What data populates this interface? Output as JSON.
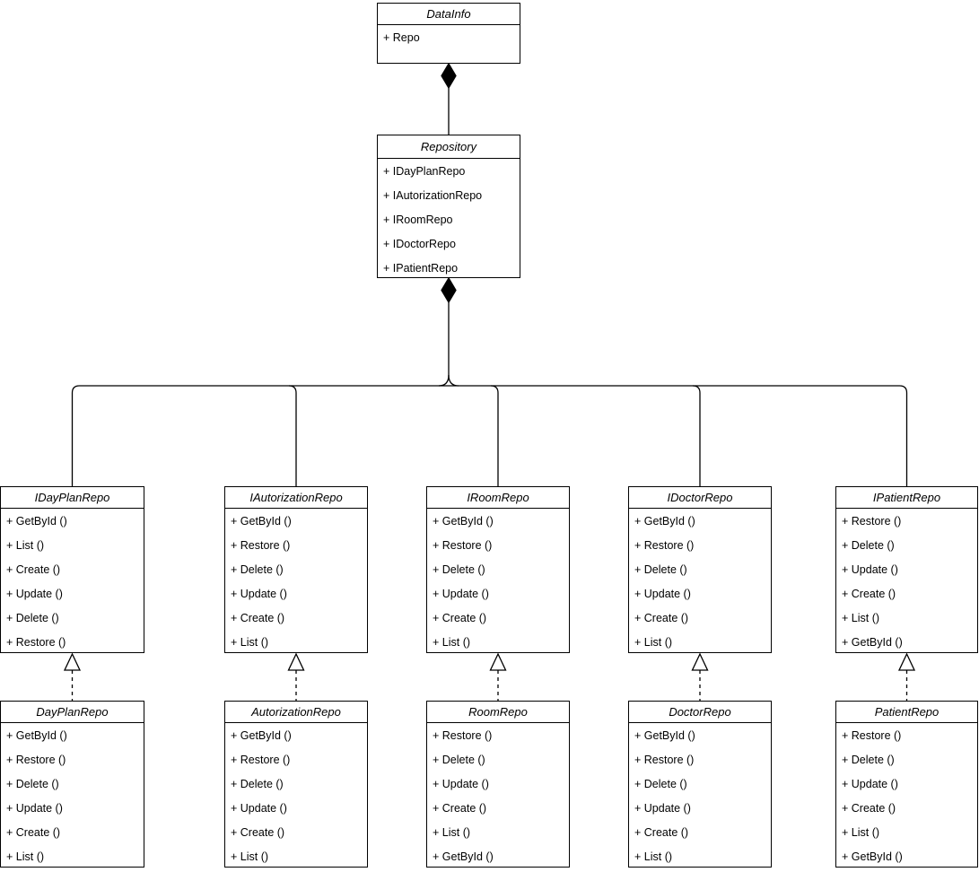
{
  "diagram": {
    "kind": "uml-class-diagram",
    "background_color": "#ffffff",
    "stroke_color": "#000000",
    "text_color": "#000000"
  },
  "classes": [
    {
      "name": "DataInfo",
      "members": [
        "+ Repo"
      ]
    },
    {
      "name": "Repository",
      "members": [
        "+ IDayPlanRepo",
        "+ IAutorizationRepo",
        "+ IRoomRepo",
        "+ IDoctorRepo",
        "+ IPatientRepo"
      ]
    },
    {
      "name": "IDayPlanRepo",
      "members": [
        "+ GetById ()",
        "+ List ()",
        "+ Create ()",
        "+ Update ()",
        "+ Delete ()",
        "+ Restore ()"
      ]
    },
    {
      "name": "IAutorizationRepo",
      "members": [
        "+ GetById ()",
        "+ Restore ()",
        "+ Delete ()",
        "+ Update ()",
        "+ Create ()",
        "+ List ()"
      ]
    },
    {
      "name": "IRoomRepo",
      "members": [
        "+ GetById ()",
        "+ Restore ()",
        "+ Delete ()",
        "+ Update ()",
        "+ Create ()",
        "+ List ()"
      ]
    },
    {
      "name": "IDoctorRepo",
      "members": [
        "+ GetById ()",
        "+ Restore ()",
        "+ Delete ()",
        "+ Update ()",
        "+ Create ()",
        "+ List ()"
      ]
    },
    {
      "name": "IPatientRepo",
      "members": [
        "+ Restore ()",
        "+ Delete ()",
        "+ Update ()",
        "+ Create ()",
        "+ List ()",
        "+ GetById ()"
      ]
    },
    {
      "name": "DayPlanRepo",
      "members": [
        "+ GetById ()",
        "+ Restore ()",
        "+ Delete ()",
        "+ Update ()",
        "+ Create ()",
        "+ List ()"
      ]
    },
    {
      "name": "AutorizationRepo",
      "members": [
        "+ GetById ()",
        "+ Restore ()",
        "+ Delete ()",
        "+ Update ()",
        "+ Create ()",
        "+ List ()"
      ]
    },
    {
      "name": "RoomRepo",
      "members": [
        "+ Restore ()",
        "+ Delete ()",
        "+ Update ()",
        "+ Create ()",
        "+ List ()",
        "+ GetById ()"
      ]
    },
    {
      "name": "DoctorRepo",
      "members": [
        "+ GetById ()",
        "+ Restore ()",
        "+ Delete ()",
        "+ Update ()",
        "+ Create ()",
        "+ List ()"
      ]
    },
    {
      "name": "PatientRepo",
      "members": [
        "+ Restore ()",
        "+ Delete ()",
        "+ Update ()",
        "+ Create ()",
        "+ List ()",
        "+ GetById ()"
      ]
    }
  ],
  "relations": [
    {
      "type": "composition",
      "from": "DataInfo",
      "to": "Repository"
    },
    {
      "type": "composition",
      "from": "Repository",
      "to": "IDayPlanRepo"
    },
    {
      "type": "composition",
      "from": "Repository",
      "to": "IAutorizationRepo"
    },
    {
      "type": "composition",
      "from": "Repository",
      "to": "IRoomRepo"
    },
    {
      "type": "composition",
      "from": "Repository",
      "to": "IDoctorRepo"
    },
    {
      "type": "composition",
      "from": "Repository",
      "to": "IPatientRepo"
    },
    {
      "type": "realization",
      "from": "DayPlanRepo",
      "to": "IDayPlanRepo"
    },
    {
      "type": "realization",
      "from": "AutorizationRepo",
      "to": "IAutorizationRepo"
    },
    {
      "type": "realization",
      "from": "RoomRepo",
      "to": "IRoomRepo"
    },
    {
      "type": "realization",
      "from": "DoctorRepo",
      "to": "IDoctorRepo"
    },
    {
      "type": "realization",
      "from": "PatientRepo",
      "to": "IPatientRepo"
    }
  ]
}
